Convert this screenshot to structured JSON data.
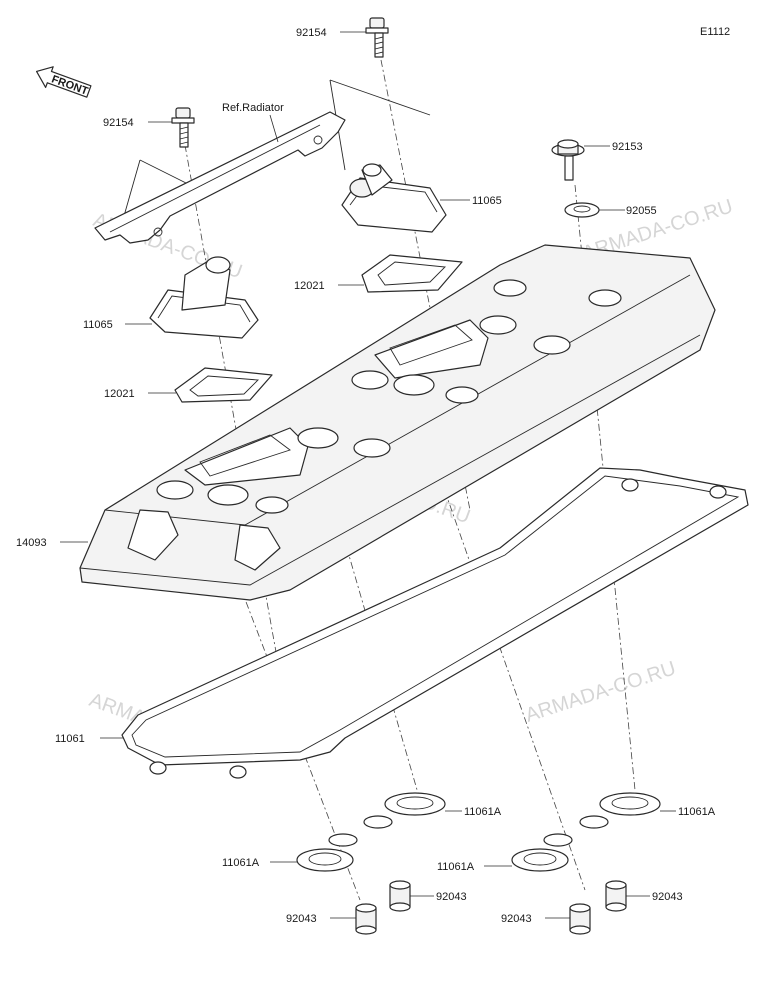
{
  "diagram_code": "E1112",
  "front_indicator": "FRONT",
  "ref_radiator_label": "Ref.Radiator",
  "watermark_text": "ARMADA-CO.RU",
  "parts": {
    "bolt_top": "92154",
    "bolt_left": "92154",
    "bolt_right": "92153",
    "washer": "92055",
    "breather_right": "11065",
    "breather_left": "11065",
    "plate_right": "12021",
    "plate_left": "12021",
    "cover": "14093",
    "gasket": "11061",
    "plug_gasket_1": "11061A",
    "plug_gasket_2": "11061A",
    "plug_gasket_3": "11061A",
    "plug_gasket_4": "11061A",
    "dowel_1": "92043",
    "dowel_2": "92043",
    "dowel_3": "92043",
    "dowel_4": "92043"
  },
  "colors": {
    "line": "#2a2a2a",
    "watermark": "#c8c8c8",
    "background": "#ffffff"
  }
}
